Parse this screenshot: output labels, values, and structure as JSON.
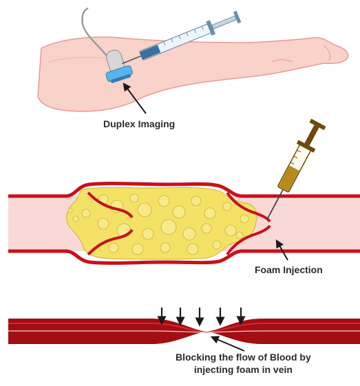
{
  "labels": {
    "duplex_imaging": "Duplex Imaging",
    "foam_injection": "Foam Injection",
    "blocking_line1": "Blocking the flow of Blood by",
    "blocking_line2": "injecting foam in vein"
  },
  "colors": {
    "skin": "#f9d2ca",
    "skin_outline": "#e79a94",
    "vessel_wall": "#c8101b",
    "vessel_lumen": "#f8d9d6",
    "foam": "#f4e267",
    "foam_outline": "#c9b333",
    "syringe_dark": "#6e4a08",
    "syringe_fill_gold": "#b88a1a",
    "probe_blue": "#5bb4e8",
    "arrow": "#1a1a1a"
  }
}
